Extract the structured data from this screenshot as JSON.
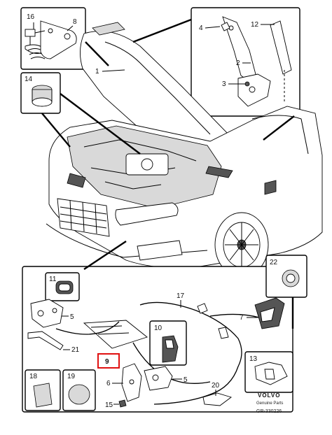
{
  "callouts": {
    "c1": "1",
    "c2": "2",
    "c3": "3",
    "c4": "4",
    "c5a": "5",
    "c5b": "5",
    "c6": "6",
    "c7": "7",
    "c8": "8",
    "c9": "9",
    "c10": "10",
    "c11": "11",
    "c12": "12",
    "c13": "13",
    "c14": "14",
    "c15": "15",
    "c16": "16",
    "c17": "17",
    "c18": "18",
    "c19": "19",
    "c20": "20",
    "c21": "21",
    "c22": "22"
  },
  "brand": {
    "name": "VOLVO",
    "subtitle": "Genuine Parts",
    "reference": "GR-330226"
  },
  "highlight_color": "#e01010"
}
